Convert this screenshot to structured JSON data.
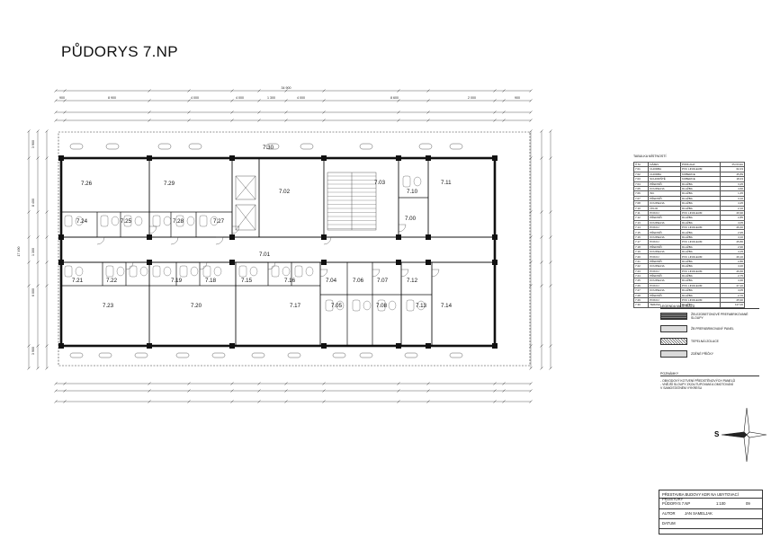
{
  "title": "PŮDORYS 7.NP",
  "dims": {
    "overall": "34 900",
    "overall_height": "17 490",
    "top_row": [
      "900",
      "8 900",
      "4 000",
      "4 000",
      "1 300",
      "4 000",
      "8 600",
      "2 000",
      "900"
    ],
    "left_col": [
      "3 900",
      "8 400",
      "1 300",
      "6 000",
      "3 900"
    ]
  },
  "rooms": [
    {
      "id": "r726",
      "label": "7.26"
    },
    {
      "id": "r729",
      "label": "7.29"
    },
    {
      "id": "r730",
      "label": "7.30"
    },
    {
      "id": "r702",
      "label": "7.02"
    },
    {
      "id": "r703",
      "label": "7.03"
    },
    {
      "id": "r710",
      "label": "7.10"
    },
    {
      "id": "r711",
      "label": "7.11"
    },
    {
      "id": "r724",
      "label": "7.24"
    },
    {
      "id": "r725",
      "label": "7.25"
    },
    {
      "id": "r728",
      "label": "7.28"
    },
    {
      "id": "r727",
      "label": "7.27"
    },
    {
      "id": "r700",
      "label": "7.00"
    },
    {
      "id": "r701",
      "label": "7.01"
    },
    {
      "id": "r721",
      "label": "7.21"
    },
    {
      "id": "r722",
      "label": "7.22"
    },
    {
      "id": "r719",
      "label": "7.19"
    },
    {
      "id": "r718",
      "label": "7.18"
    },
    {
      "id": "r715",
      "label": "7.15"
    },
    {
      "id": "r716",
      "label": "7.16"
    },
    {
      "id": "r704",
      "label": "7.04"
    },
    {
      "id": "r706",
      "label": "7.06"
    },
    {
      "id": "r707",
      "label": "7.07"
    },
    {
      "id": "r712",
      "label": "7.12"
    },
    {
      "id": "r723",
      "label": "7.23"
    },
    {
      "id": "r720",
      "label": "7.20"
    },
    {
      "id": "r717",
      "label": "7.17"
    },
    {
      "id": "r705",
      "label": "7.05"
    },
    {
      "id": "r708",
      "label": "7.08"
    },
    {
      "id": "r713",
      "label": "7.13"
    },
    {
      "id": "r714",
      "label": "7.14"
    }
  ],
  "room_table": {
    "caption": "TABULKA MÍSTNOSTÍ",
    "header": [
      "Č.M.",
      "NÁZEV",
      "PODLAHA",
      "PLOCHA"
    ],
    "rows": [
      [
        "7.01",
        "CHODBA",
        "PVC LINOLEUM",
        "62,43"
      ],
      [
        "7.02",
        "CHODBA",
        "KOBERCE",
        "45,89"
      ],
      [
        "7.03",
        "SCHODIŠTĚ",
        "KOBERCE",
        "18,43"
      ],
      [
        "7.04",
        "PŘEDSÍŇ",
        "DLAŽBA",
        "3,25"
      ],
      [
        "7.05",
        "KOUPELNA",
        "DLAŽBA",
        "4,60"
      ],
      [
        "7.06",
        "WC",
        "DLAŽBA",
        "1,45"
      ],
      [
        "7.07",
        "PŘEDSÍŇ",
        "DLAŽBA",
        "3,10"
      ],
      [
        "7.08",
        "KOUPELNA",
        "DLAŽBA",
        "4,25"
      ],
      [
        "7.10",
        "ÚKLID",
        "DLAŽBA",
        "2,10"
      ],
      [
        "7.11",
        "POKOJ",
        "PVC LINOLEUM",
        "26,90"
      ],
      [
        "7.12",
        "PŘEDSÍŇ",
        "DLAŽBA",
        "2,85"
      ],
      [
        "7.13",
        "KOUPELNA",
        "DLAŽBA",
        "4,05"
      ],
      [
        "7.14",
        "POKOJ",
        "PVC LINOLEUM",
        "26,40"
      ],
      [
        "7.15",
        "PŘEDSÍŇ",
        "DLAŽBA",
        "2,95"
      ],
      [
        "7.16",
        "KOUPELNA",
        "DLAŽBA",
        "4,10"
      ],
      [
        "7.17",
        "POKOJ",
        "PVC LINOLEUM",
        "25,80"
      ],
      [
        "7.18",
        "PŘEDSÍŇ",
        "DLAŽBA",
        "2,90"
      ],
      [
        "7.19",
        "KOUPELNA",
        "DLAŽBA",
        "4,15"
      ],
      [
        "7.20",
        "POKOJ",
        "PVC LINOLEUM",
        "26,10"
      ],
      [
        "7.21",
        "PŘEDSÍŇ",
        "DLAŽBA",
        "2,80"
      ],
      [
        "7.22",
        "KOUPELNA",
        "DLAŽBA",
        "4,20"
      ],
      [
        "7.23",
        "POKOJ",
        "PVC LINOLEUM",
        "26,60"
      ],
      [
        "7.24",
        "PŘEDSÍŇ",
        "DLAŽBA",
        "2,75"
      ],
      [
        "7.25",
        "KOUPELNA",
        "DLAŽBA",
        "4,30"
      ],
      [
        "7.26",
        "POKOJ",
        "PVC LINOLEUM",
        "27,10"
      ],
      [
        "7.27",
        "KOUPELNA",
        "DLAŽBA",
        "4,05"
      ],
      [
        "7.28",
        "PŘEDSÍŇ",
        "DLAŽBA",
        "2,70"
      ],
      [
        "7.29",
        "POKOJ",
        "PVC LINOLEUM",
        "25,90"
      ],
      [
        "7.30",
        "TERASA",
        "DLAŽBA",
        "117,00"
      ]
    ]
  },
  "legend": {
    "caption": "LEGENDA MATERIÁLŮ",
    "items": [
      {
        "label": "ŽELEZOBETONOVÉ PREFABRIKOVANÉ SLOUPY",
        "pattern": "solid"
      },
      {
        "label": "ŽB PREFABRIKOVANÝ PANEL",
        "pattern": "light"
      },
      {
        "label": "TEPELNÁ IZOLACE",
        "pattern": "hatch"
      },
      {
        "label": "ZDĚNÉ PŘÍČKY",
        "pattern": "dots"
      }
    ]
  },
  "notes": {
    "caption": "POZNÁMKY",
    "lines": [
      "- OBVODOVÝ KOTVENÍ PŘEDSTĚNOVÝCH PANELŮ",
      "- VNĚJŠÍ SLOUPY ZKOLITUPOVANÍ A OMOTOVÁNÍ",
      "  V SAMOSTATNÉM VÝKRESU"
    ]
  },
  "compass": {
    "label": "S"
  },
  "title_block": {
    "project": "PŘESTAVBA BUDOVY KDR NA UBYTOVACÍ PROSTORY",
    "drawing": "PŮDORYS 7.NP",
    "scale": "1:100",
    "sheet": "09",
    "author_label": "AUTOR",
    "author": "JAN SAMELJAK",
    "date_label": "DATUM",
    "date": ""
  },
  "colors": {
    "line": "#111111",
    "wall": "#222222",
    "hatch": "#777777"
  }
}
